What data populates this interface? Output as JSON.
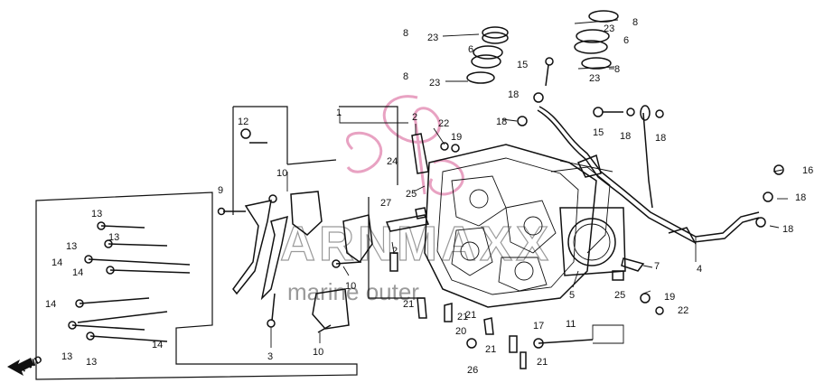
{
  "watermark": {
    "brand": "ARNMAXX",
    "tagline": "marine outer"
  },
  "colors": {
    "line": "#111111",
    "watermark_logo": "#e8a2c2",
    "watermark_text": "#9a9a9a"
  },
  "fwd_label": "FWD",
  "callouts": [
    "1",
    "2",
    "2",
    "3",
    "4",
    "5",
    "6",
    "6",
    "7",
    "8",
    "8",
    "8",
    "8",
    "9",
    "10",
    "10",
    "10",
    "11",
    "12",
    "13",
    "13",
    "13",
    "13",
    "13",
    "14",
    "14",
    "14",
    "14",
    "15",
    "15",
    "16",
    "17",
    "18",
    "18",
    "18",
    "18",
    "18",
    "18",
    "19",
    "19",
    "20",
    "21",
    "21",
    "21",
    "21",
    "21",
    "22",
    "22",
    "23",
    "23",
    "23",
    "23",
    "24",
    "25",
    "25",
    "26",
    "27"
  ]
}
